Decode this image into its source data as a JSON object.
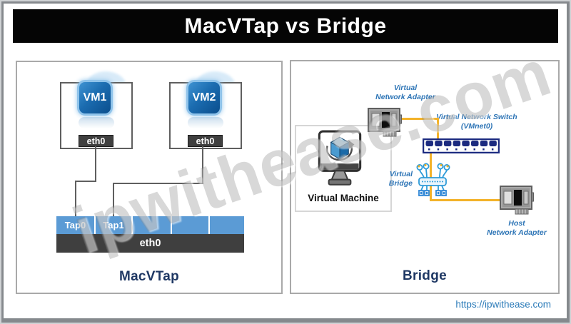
{
  "title": "MacVTap vs Bridge",
  "watermark": "ipwithease.com",
  "footer_url": "https://ipwithease.com",
  "left": {
    "caption": "MacVTap",
    "vm1": {
      "name": "VM1",
      "iface": "eth0"
    },
    "vm2": {
      "name": "VM2",
      "iface": "eth0"
    },
    "tap_cells": [
      "Tap0",
      "Tap1",
      "",
      "",
      ""
    ],
    "shared_iface": "eth0"
  },
  "right": {
    "caption": "Bridge",
    "vm_label": "Virtual Machine",
    "adapter_label_1": "Virtual",
    "adapter_label_2": "Network Adapter",
    "switch_label_1": "Virtual Network Switch",
    "switch_label_2": "(VMnet0)",
    "bridge_label_1": "Virtual",
    "bridge_label_2": "Bridge",
    "host_label_1": "Host",
    "host_label_2": "Network Adapter"
  },
  "colors": {
    "accent_orange": "#F3B229",
    "tap_blue": "#5B9BD5",
    "caption_navy": "#1F3864",
    "note_blue": "#2E75B6",
    "bar_dark": "#3F3F3F"
  }
}
